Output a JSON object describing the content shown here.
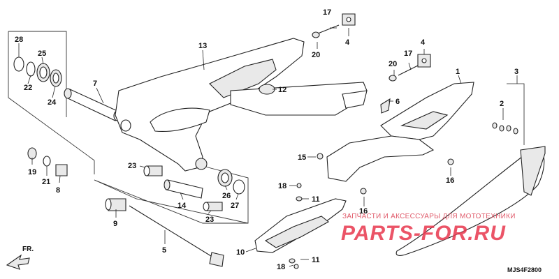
{
  "diagram": {
    "code": "MJS4F2800",
    "direction": "FR.",
    "watermark_top": "ЗАПЧАСТИ И АКСЕССУАРЫ ДЛЯ МОТОТЕХНИКИ",
    "watermark_main": "PARTS-FOR.RU",
    "callouts": {
      "c28": "28",
      "c25": "25",
      "c22": "22",
      "c24": "24",
      "c7": "7",
      "c13": "13",
      "c17a": "17",
      "c17b": "17",
      "c20a": "20",
      "c20b": "20",
      "c4a": "4",
      "c4b": "4",
      "c1": "1",
      "c3": "3",
      "c2": "2",
      "c12": "12",
      "c6": "6",
      "c15": "15",
      "c16a": "16",
      "c16b": "16",
      "c19": "19",
      "c21": "21",
      "c8": "8",
      "c23a": "23",
      "c23b": "23",
      "c26": "26",
      "c27": "27",
      "c14": "14",
      "c9": "9",
      "c5": "5",
      "c18a": "18",
      "c18b": "18",
      "c11a": "11",
      "c11b": "11",
      "c10": "10"
    }
  }
}
